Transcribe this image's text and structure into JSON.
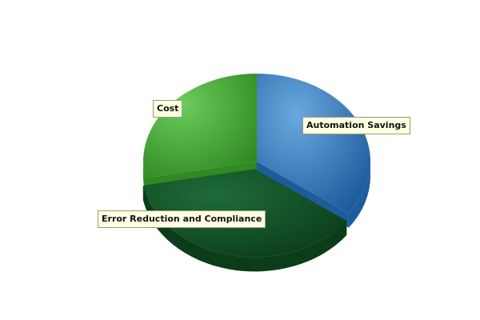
{
  "chart_data": {
    "type": "pie",
    "title": "",
    "three_d": true,
    "legend": "none",
    "exploded_slice": "Error Reduction and Compliance",
    "slices": [
      {
        "label": "Automation Savings",
        "value": 35,
        "color_top": "#6aa8e0",
        "color_side": "#1d5c9c"
      },
      {
        "label": "Error Reduction and Compliance",
        "value": 37,
        "color_top": "#1f6b3a",
        "color_side": "#0b3d18"
      },
      {
        "label": "Cost",
        "value": 28,
        "color_top": "#6ccc5c",
        "color_side": "#2f8a22"
      }
    ]
  }
}
